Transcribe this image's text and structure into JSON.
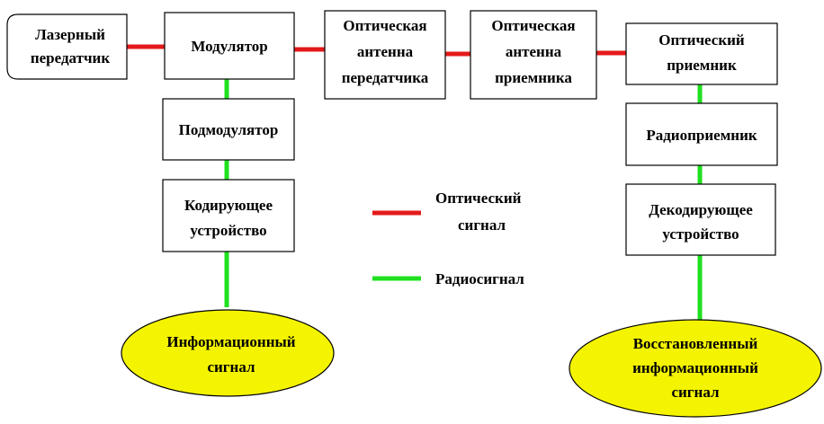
{
  "diagram": {
    "colors": {
      "optical_signal": "#e41a1a",
      "radio_signal": "#1fe01f",
      "ellipse_fill": "#f4f400"
    },
    "nodes": {
      "laser_tx": [
        "Лазерный",
        "передатчик"
      ],
      "modulator": [
        "Модулятор"
      ],
      "opt_ant_tx": [
        "Оптическая",
        "антенна",
        "передатчика"
      ],
      "opt_ant_rx": [
        "Оптическая",
        "антенна",
        "приемника"
      ],
      "opt_rx": [
        "Оптический",
        "приемник"
      ],
      "submodulator": [
        "Подмодулятор"
      ],
      "radio_rx": [
        "Радиоприемник"
      ],
      "encoder": [
        "Кодирующее",
        "устройство"
      ],
      "decoder": [
        "Декодирующее",
        "устройство"
      ],
      "info_signal": [
        "Информационный",
        "сигнал"
      ],
      "restored_signal": [
        "Восстановленный",
        "информационный",
        "сигнал"
      ]
    },
    "legend": {
      "optical": [
        "Оптический",
        "сигнал"
      ],
      "radio": [
        "Радиосигнал"
      ]
    }
  }
}
